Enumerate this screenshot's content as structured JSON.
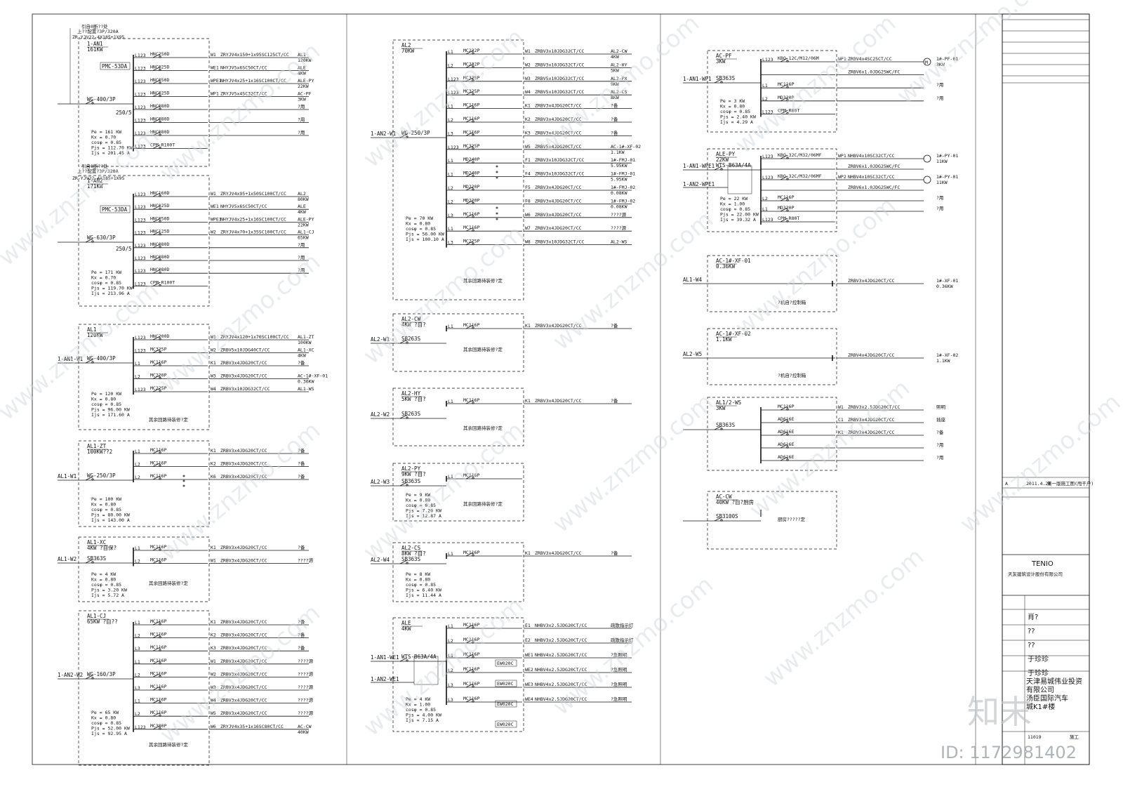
{
  "titleblock": {
    "tenio_logo": "TENIO",
    "company": "天友建筑设计股份有限公司",
    "revision": {
      "mark": "A",
      "date": "2011.4.26",
      "note": "第一版施工图(甩干户)"
    },
    "staff": [
      "肖?",
      "??",
      "??",
      "于珍珍",
      "于珍珍"
    ],
    "project_lines": [
      "天津易城伟业投资",
      "有限公司",
      "汤臣国际汽车",
      "城K1#楼"
    ],
    "drawing_no": "11019",
    "stage": "施工"
  },
  "watermark": {
    "site": "www.znzmo.com",
    "logo_text": "知末",
    "id": "ID: 1172981402"
  },
  "panels": [
    {
      "id": "1-AN1",
      "spec": "161KW",
      "feeder": "WG-400/3P",
      "meter": "PMC-53DA",
      "ct": "250/5",
      "top_note": "引自0断??处",
      "top_note2": "上??配置?3P/320A",
      "cable": "ZR-YJV22-4X185+1X95",
      "calc": [
        "Pe = 161 KW",
        "Kx = 0.70",
        "cosφ = 0.85",
        "Pjs = 112.70 KW",
        "Ijs = 201.45 A"
      ],
      "rows": [
        {
          "ph": "L123",
          "dev": "HNC250D",
          "cir": "W1",
          "cable": "ZRYJV4x150+1x95SC125CT/CC",
          "load": "AL1",
          "kw": "120KW"
        },
        {
          "ph": "L123",
          "dev": "HNC025D",
          "cir": "WE1",
          "cable": "NHYJV5x6SC50CT/CC",
          "load": "ALE",
          "kw": "4KW"
        },
        {
          "ph": "L123",
          "dev": "HNC050D",
          "cir": "WPE1",
          "cable": "NHYJV4x25+1x16SC100CT/CC",
          "load": "ALE-PY",
          "kw": "22KW"
        },
        {
          "ph": "L123",
          "dev": "HNC025D",
          "cir": "WP1",
          "cable": "ZRYJV5x4SC32CT/CC",
          "load": "AC-PF",
          "kw": "3KW"
        },
        {
          "ph": "L123",
          "dev": "HNC080D",
          "cir": "",
          "cable": "",
          "load": "?用",
          "kw": ""
        },
        {
          "ph": "L123",
          "dev": "HNC080D",
          "cir": "",
          "cable": "",
          "load": "?用",
          "kw": ""
        },
        {
          "ph": "L123",
          "dev": "HNC080D",
          "cir": "",
          "cable": "",
          "load": "?用",
          "kw": ""
        },
        {
          "ph": "L123",
          "dev": "CPM-R100T",
          "cir": "",
          "cable": "",
          "load": "",
          "kw": ""
        }
      ]
    },
    {
      "id": "1-AN2",
      "spec": "171KW",
      "feeder": "WG-630/3P",
      "meter": "PMC-53DA",
      "ct": "250/5",
      "top_note": "引自0断??处",
      "top_note2": "上??配置?3P/320A",
      "cable": "ZR-YJV22-4X185+1X95",
      "calc": [
        "Pe = 171 KW",
        "Kx = 0.70",
        "cosφ = 0.85",
        "Pjs = 119.70 KW",
        "Ijs = 213.96 A"
      ],
      "rows": [
        {
          "ph": "L123",
          "dev": "HNC160D",
          "cir": "W1",
          "cable": "ZRYJV4x95+1x50SC100CT/CC",
          "load": "AL2",
          "kw": "80KW"
        },
        {
          "ph": "L123",
          "dev": "HNC025D",
          "cir": "WE1",
          "cable": "NHYJV5x6SC50CT/CC",
          "load": "ALE",
          "kw": "4KW"
        },
        {
          "ph": "L123",
          "dev": "HNC050D",
          "cir": "WPE1",
          "cable": "NHYJV4x25+1x16SC100CT/CC",
          "load": "ALE-PY",
          "kw": "22KW"
        },
        {
          "ph": "L123",
          "dev": "HNC125D",
          "cir": "W2",
          "cable": "ZRYJV4x70+1x35SC100CT/CC",
          "load": "AL1-CJ",
          "kw": "65KW"
        },
        {
          "ph": "L123",
          "dev": "HNC080D",
          "cir": "",
          "cable": "",
          "load": "?用",
          "kw": ""
        },
        {
          "ph": "L123",
          "dev": "HNC080D",
          "cir": "",
          "cable": "",
          "load": "?用",
          "kw": ""
        },
        {
          "ph": "L123",
          "dev": "HNC080D",
          "cir": "",
          "cable": "",
          "load": "?用",
          "kw": ""
        },
        {
          "ph": "L123",
          "dev": "CPM-R100T",
          "cir": "",
          "cable": "",
          "load": "",
          "kw": ""
        }
      ]
    },
    {
      "id": "AL1",
      "spec": "120KW",
      "feeder": "WG-400/3P",
      "incoming": "1-AN1-W1",
      "calc": [
        "Pe = 120 KW",
        "Kx = 0.80",
        "cosφ = 0.85",
        "Pjs = 96.00 KW",
        "Ijs = 171.60 A"
      ],
      "note": "其余回路待装修?定",
      "rows": [
        {
          "ph": "L123",
          "dev": "HNC200D",
          "cir": "W1",
          "cable": "ZRYJV4x120+1x70SC100CT/CC",
          "load": "AL1-ZT",
          "kw": "100KW"
        },
        {
          "ph": "L123",
          "dev": "MC325P",
          "cir": "W2",
          "cable": "ZRBV5x10JDG40CT/CC",
          "load": "AL1-XC",
          "kw": "4KW"
        },
        {
          "ph": "L1",
          "dev": "MC116P",
          "cir": "K1",
          "cable": "ZRBV3x4JDG20CT/CC",
          "load": "?备",
          "kw": ""
        },
        {
          "ph": "L2",
          "dev": "MC220P",
          "cir": "W3",
          "cable": "ZRBV3x4JDG20CT/CC",
          "load": "AC-1#-XF-01",
          "kw": "0.36KW"
        },
        {
          "ph": "L123",
          "dev": "MC225P",
          "cir": "W4",
          "cable": "ZRBV3x10JDG32CT/CC",
          "load": "AL1-WS",
          "kw": ""
        }
      ]
    },
    {
      "id": "AL1-ZT",
      "spec": "100KW??2",
      "feeder": "WG-250/3P",
      "incoming": "AL1-W1",
      "calc": [
        "Pe = 100 KW",
        "Kx = 0.80",
        "cosφ = 0.85",
        "Pjs = 80.00 KW",
        "Ijs = 143.00 A"
      ],
      "rows": [
        {
          "ph": "L1",
          "dev": "MC116P",
          "cir": "K1",
          "cable": "ZRBV3x4JDG20CT/CC",
          "load": "?备",
          "kw": ""
        },
        {
          "ph": "L2",
          "dev": "MC116P",
          "cir": "K2",
          "cable": "ZRBV3x4JDG20CT/CC",
          "load": "?备",
          "kw": ""
        },
        {
          "ph": "L2",
          "dev": "MC116P",
          "cir": "K6",
          "cable": "ZRBV3x4JDG20CT/CC",
          "load": "?备",
          "kw": ""
        }
      ]
    },
    {
      "id": "AL1-XC",
      "spec": "4KW ?自保?",
      "feeder": "SB363S",
      "incoming": "AL1-W2",
      "calc": [
        "Pe = 4 KW",
        "Kx = 0.80",
        "cosφ = 0.85",
        "Pjs = 3.20 KW",
        "Ijs = 5.72 A"
      ],
      "note": "其余回路待装修?定",
      "rows": [
        {
          "ph": "L1",
          "dev": "MC116P",
          "cir": "K1",
          "cable": "ZRBV3x4JDG20CT/CC",
          "load": "?备",
          "kw": ""
        },
        {
          "ph": "L2",
          "dev": "MC116P",
          "cir": "W1",
          "cable": "ZRBV3x4JDG20CT/CC",
          "load": "????源",
          "kw": ""
        }
      ]
    },
    {
      "id": "AL1-CJ",
      "spec": "65KW ?自??",
      "feeder": "WG-160/3P",
      "incoming": "1-AN2-W2",
      "calc": [
        "Pe = 65 KW",
        "Kx = 0.80",
        "cosφ = 0.85",
        "Pjs = 52.00 KW",
        "Ijs = 92.95 A"
      ],
      "note": "其余回路待装修?定",
      "rows": [
        {
          "ph": "L1",
          "dev": "MC116P",
          "cir": "K1",
          "cable": "ZRBV3x4JDG20CT/CC",
          "load": "?备",
          "kw": ""
        },
        {
          "ph": "L2",
          "dev": "MC116P",
          "cir": "K2",
          "cable": "ZRBV3x4JDG20CT/CC",
          "load": "?备",
          "kw": ""
        },
        {
          "ph": "L3",
          "dev": "MC116P",
          "cir": "K3",
          "cable": "ZRBV3x4JDG20CT/CC",
          "load": "?备",
          "kw": ""
        },
        {
          "ph": "L1",
          "dev": "MC116P",
          "cir": "W1",
          "cable": "ZRBV3x4JDG20CT/CC",
          "load": "????源",
          "kw": ""
        },
        {
          "ph": "L2",
          "dev": "MC116P",
          "cir": "W2",
          "cable": "ZRBV3x4JDG20CT/CC",
          "load": "????源",
          "kw": ""
        },
        {
          "ph": "L3",
          "dev": "MC116P",
          "cir": "W3",
          "cable": "ZRBV3x4JDG20CT/CC",
          "load": "????源",
          "kw": ""
        },
        {
          "ph": "L1",
          "dev": "MC116P",
          "cir": "W4",
          "cable": "ZRBV3x4JDG20CT/CC",
          "load": "????源",
          "kw": ""
        },
        {
          "ph": "L2",
          "dev": "MC116P",
          "cir": "W5",
          "cable": "ZRBV3x4JDG20CT/CC",
          "load": "????源",
          "kw": ""
        },
        {
          "ph": "L123",
          "dev": "MC380P",
          "cir": "W6",
          "cable": "ZRYJV4x35+1x16SC80CT/CC",
          "load": "AC-CW",
          "kw": "40KW"
        }
      ]
    },
    {
      "id": "AL2",
      "spec": "70KW",
      "feeder": "WG-250/3P",
      "incoming": "1-AN2-W1",
      "calc": [
        "Pe = 70 KW",
        "Kx = 0.80",
        "cosφ = 0.85",
        "Pjs = 56.00 KW",
        "Ijs = 100.10 A"
      ],
      "note": "其余回路待装修?定",
      "rows": [
        {
          "ph": "L1",
          "dev": "MC232P",
          "cir": "W1",
          "cable": "ZRBV3x10JDG32CT/CC",
          "load": "AL2-CW",
          "kw": "4KW"
        },
        {
          "ph": "L2",
          "dev": "MC232P",
          "cir": "W2",
          "cable": "ZRBV3x10JDG32CT/CC",
          "load": "AL2-HY",
          "kw": "5KW"
        },
        {
          "ph": "L123",
          "dev": "MC325P",
          "cir": "W3",
          "cable": "ZRBV5x10JDG32CT/CC",
          "load": "AL2-PX",
          "kw": "9KW"
        },
        {
          "ph": "L123",
          "dev": "MC325P",
          "cir": "W4",
          "cable": "ZRBV5x10JDG32CT/CC",
          "load": "AL2-CS",
          "kw": "8KW"
        },
        {
          "ph": "L1",
          "dev": "MC116P",
          "cir": "K1",
          "cable": "ZRBV3x4JDG20CT/CC",
          "load": "?备",
          "kw": ""
        },
        {
          "ph": "L2",
          "dev": "MC116P",
          "cir": "K2",
          "cable": "ZRBV3x4JDG20CT/CC",
          "load": "?备",
          "kw": ""
        },
        {
          "ph": "L3",
          "dev": "MC116P",
          "cir": "K3",
          "cable": "ZRBV3x4JDG20CT/CC",
          "load": "?备",
          "kw": ""
        },
        {
          "ph": "L123",
          "dev": "MC325P",
          "cir": "W5",
          "cable": "ZRBV5x4JDG20CT/CC",
          "load": "AC-1#-XF-02",
          "kw": "1.1KW"
        },
        {
          "ph": "L1",
          "dev": "MD240P",
          "cir": "F1",
          "cable": "ZRBV3x10JDG32CT/CC",
          "load": "1#-FMJ-01",
          "kw": "5.95KW"
        },
        {
          "ph": "L1",
          "dev": "MD240P",
          "cir": "F4",
          "cable": "ZRBV3x10JDG32CT/CC",
          "load": "1#-FMJ-01",
          "kw": "5.95KW"
        },
        {
          "ph": "L2",
          "dev": "MD220P",
          "cir": "F5",
          "cable": "ZRBV3x4JDG20CT/CC",
          "load": "1#-FMJ-02",
          "kw": "0.08KW"
        },
        {
          "ph": "L2",
          "dev": "MD220P",
          "cir": "F8",
          "cable": "ZRBV3x4JDG20CT/CC",
          "load": "1#-FMJ-02",
          "kw": "0.08KW"
        },
        {
          "ph": "L3",
          "dev": "MC116P",
          "cir": "W6",
          "cable": "ZRBV3x4JDG20CT/CC",
          "load": "????源",
          "kw": ""
        },
        {
          "ph": "L1",
          "dev": "MC116P",
          "cir": "W7",
          "cable": "ZRBV3x4JDG20CT/CC",
          "load": "????源",
          "kw": ""
        },
        {
          "ph": "L3",
          "dev": "MC225P",
          "cir": "W8",
          "cable": "ZRBV3x10JDG32CT/CC",
          "load": "AL2-WS",
          "kw": ""
        }
      ]
    },
    {
      "id": "AL2-CW",
      "spec": "4KW ?自?",
      "feeder": "SB263S",
      "incoming": "AL2-W1",
      "note": "其余回路待装修?定",
      "rows": [
        {
          "ph": "L1",
          "dev": "MC116P",
          "cir": "K1",
          "cable": "ZRBV3x4JDG20CT/CC",
          "load": "?备",
          "kw": ""
        }
      ]
    },
    {
      "id": "AL2-HY",
      "spec": "5KW ?自?",
      "feeder": "SB263S",
      "incoming": "AL2-W2",
      "note": "其余回路待装修?定",
      "rows": [
        {
          "ph": "L1",
          "dev": "MC116P",
          "cir": "K1",
          "cable": "ZRBV3x4JDG20CT/CC",
          "load": "?备",
          "kw": ""
        }
      ]
    },
    {
      "id": "AL2-PY",
      "spec": "9KW ?自?",
      "feeder": "SB363S",
      "incoming": "AL2-W3",
      "note": "其余回路待装修?定",
      "calc": [
        "Pe = 9 KW",
        "Kx = 0.80",
        "cosφ = 0.85",
        "Pjs = 7.20 KW",
        "Ijs = 12.87 A"
      ],
      "rows": [
        {
          "ph": "L1",
          "dev": "MC116P",
          "cir": "",
          "cable": "",
          "load": "",
          "kw": ""
        }
      ]
    },
    {
      "id": "AL2-CS",
      "spec": "8KW ?自?",
      "feeder": "SB363S",
      "incoming": "AL2-W4",
      "note": "",
      "calc": [
        "Pe = 8 KW",
        "Kx = 0.80",
        "cosφ = 0.85",
        "Pjs = 6.40 KW",
        "Ijs = 11.44 A"
      ],
      "rows": [
        {
          "ph": "L1",
          "dev": "MC116P",
          "cir": "K1",
          "cable": "ZRBV3x4JDG20CT/CC",
          "load": "?备",
          "kw": ""
        }
      ]
    },
    {
      "id": "ALE",
      "spec": "4KW",
      "feeder": "WTS-B63A/4A",
      "incoming": "1-AN1-WE1",
      "incoming2": "1-AN2-WE1",
      "calc": [
        "Pe = 4 KW",
        "Kx = 1.00",
        "cosφ = 0.85",
        "Pjs = 4.00 KW",
        "Ijs = 7.15 A"
      ],
      "rows": [
        {
          "ph": "L1",
          "dev": "MC116P",
          "cir": "E1",
          "cable": "NHBV3x2.5JDG20CT/CC",
          "load": "疏散指示灯",
          "kw": ""
        },
        {
          "ph": "L2",
          "dev": "MC116P",
          "cir": "E2",
          "cable": "NHBV3x2.5JDG20CT/CC",
          "load": "疏散指示灯",
          "kw": ""
        },
        {
          "ph": "L1",
          "dev": "MC116P",
          "cir": "WE1",
          "cable": "NHBV4x2.5JDG20CT/CC",
          "load": "?急照明",
          "kw": ""
        },
        {
          "ph": "L2",
          "dev": "MC116P",
          "cir": "WE2",
          "cable": "NHBV4x2.5JDG20CT/CC",
          "load": "?急照明",
          "kw": ""
        },
        {
          "ph": "L3",
          "dev": "MC116P",
          "cir": "WE3",
          "cable": "NHBV4x2.5JDG20CT/CC",
          "load": "?急照明",
          "kw": ""
        },
        {
          "ph": "L3",
          "dev": "MC116P",
          "cir": "WE4",
          "cable": "NHBV4x2.5JDG20CT/CC",
          "load": "?急照明",
          "kw": ""
        }
      ],
      "relays": [
        "EW020C",
        "EW020C",
        "EW020C",
        "EW020C"
      ]
    },
    {
      "id": "AC-PF",
      "spec": "3KW",
      "feeder": "SB363S",
      "incoming": "1-AN1-WP1",
      "calc": [
        "Pe = 3 KW",
        "Kx = 0.80",
        "cosφ = 0.85",
        "Pjs = 2.40 KW",
        "Ijs = 4.29 A"
      ],
      "rows": [
        {
          "ph": "L123",
          "dev": "KBO-12C/M12/06M",
          "cir": "WP1",
          "cable": "ZRBV4x4SC25CT/CC",
          "load": "1#-PF-01",
          "kw": "3KW"
        },
        {
          "ph": "",
          "dev": "",
          "cir": "",
          "cable": "ZRBV6x1.0JDG25WC/FC",
          "load": "",
          "kw": ""
        },
        {
          "ph": "L1",
          "dev": "MC116P",
          "cir": "",
          "cable": "",
          "load": "?用",
          "kw": ""
        },
        {
          "ph": "L2",
          "dev": "MD320P",
          "cir": "",
          "cable": "",
          "load": "?用",
          "kw": ""
        },
        {
          "ph": "L123",
          "dev": "CPM-R80T",
          "cir": "",
          "cable": "",
          "load": "",
          "kw": ""
        }
      ]
    },
    {
      "id": "ALE-PY",
      "spec": "22KW",
      "feeder": "WTS-B63A/4A",
      "incoming": "1-AN1-WPE1",
      "incoming2": "1-AN2-WPE1",
      "calc": [
        "Pe = 22 KW",
        "Kx = 1.00",
        "cosφ = 0.85",
        "Pjs = 22.00 KW",
        "Ijs = 39.32 A"
      ],
      "rows": [
        {
          "ph": "L123",
          "dev": "KBO-32C/M32/06MF",
          "cir": "WP1",
          "cable": "NHBV4x10SC32CT/CC",
          "load": "1#-PY-01",
          "kw": "11KW"
        },
        {
          "ph": "",
          "dev": "",
          "cir": "",
          "cable": "ZRBV6x1.0JDG25WC/FC",
          "load": "",
          "kw": ""
        },
        {
          "ph": "L123",
          "dev": "KBO-32C/M32/06MF",
          "cir": "WP2",
          "cable": "NHBV4x10SC32CT/CC",
          "load": "1#-PY-01",
          "kw": "11KW"
        },
        {
          "ph": "",
          "dev": "",
          "cir": "",
          "cable": "ZRBV6x1.0JDG25WC/FC",
          "load": "",
          "kw": ""
        },
        {
          "ph": "L2",
          "dev": "MC116P",
          "cir": "",
          "cable": "",
          "load": "?用",
          "kw": ""
        },
        {
          "ph": "L1",
          "dev": "MD320P",
          "cir": "",
          "cable": "",
          "load": "?用",
          "kw": ""
        },
        {
          "ph": "L123",
          "dev": "CPM-R80T",
          "cir": "",
          "cable": "",
          "load": "",
          "kw": ""
        }
      ]
    },
    {
      "id": "AC-1#-XF-01",
      "spec": "0.36KW",
      "incoming": "AL1-W4",
      "note": "?机自?控制箱",
      "rows": [
        {
          "cable": "ZRBV3x4JDG20CT/CC",
          "load": "1#-XF-01",
          "kw": "0.36KW"
        }
      ]
    },
    {
      "id": "AC-1#-XF-02",
      "spec": "1.1KW",
      "incoming": "AL2-W5",
      "note": "?机自?控制箱",
      "rows": [
        {
          "cable": "ZRBV4x4JDG20CT/CC",
          "load": "1#-XF-02",
          "kw": "1.1KW"
        }
      ]
    },
    {
      "id": "AL1/2-WS",
      "spec": "3KW",
      "feeder": "SB363S",
      "rows": [
        {
          "ph": "",
          "dev": "MC116P",
          "cir": "W1",
          "cable": "ZRBV3x2.5JDG20CT/CC",
          "load": "照明",
          "kw": ""
        },
        {
          "ph": "",
          "dev": "AD616E",
          "cir": "C1",
          "cable": "ZRBV3x4JDG20CT/CC",
          "load": "插座",
          "kw": ""
        },
        {
          "ph": "",
          "dev": "AD616E",
          "cir": "K1",
          "cable": "ZRBV3x4JDG20CT/CC",
          "load": "?备",
          "kw": ""
        },
        {
          "ph": "",
          "dev": "AD616E",
          "cir": "",
          "cable": "",
          "load": "?用",
          "kw": ""
        },
        {
          "ph": "",
          "dev": "AD616E",
          "cir": "",
          "cable": "",
          "load": "?用",
          "kw": ""
        }
      ]
    },
    {
      "id": "AC-CW",
      "spec": "40KW ?自?厨房",
      "feeder": "SB3100S",
      "note": "厨房?????定",
      "rows": []
    }
  ]
}
